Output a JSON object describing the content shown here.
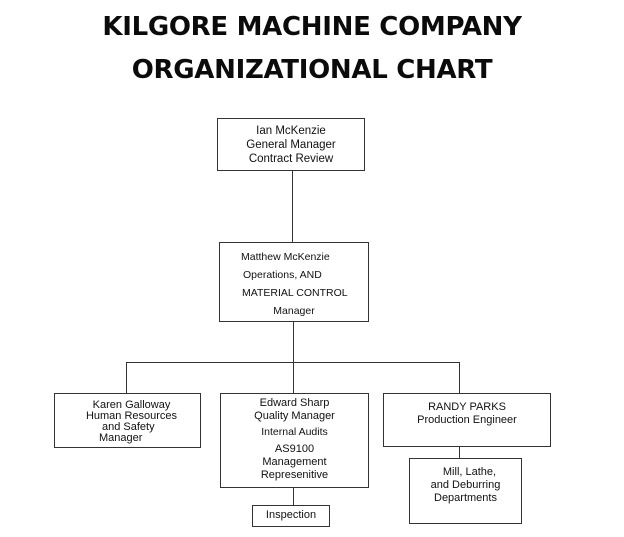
{
  "title": {
    "line1": "KILGORE MACHINE COMPANY",
    "line2": "ORGANIZATIONAL CHART"
  },
  "nodes": {
    "general_manager": {
      "lines": [
        "Ian McKenzie",
        "General Manager",
        "Contract Review"
      ]
    },
    "operations_manager": {
      "lines": [
        "Matthew McKenzie",
        "Operations, AND",
        "MATERIAL CONTROL",
        "Manager"
      ]
    },
    "hr_safety_manager": {
      "lines": [
        "Karen Galloway",
        "Human Resources",
        "and Safety",
        "Manager"
      ]
    },
    "quality_manager": {
      "lines": [
        "Edward Sharp",
        "Quality Manager",
        "Internal Audits",
        "AS9100",
        "Management",
        "Represenitive"
      ]
    },
    "production_engineer": {
      "lines": [
        "RANDY PARKS",
        "Production Engineer"
      ]
    },
    "inspection": {
      "lines": [
        "Inspection"
      ]
    },
    "mill_lathe_deburring": {
      "lines": [
        "Mill, Lathe,",
        "and Deburring",
        "Departments"
      ]
    }
  },
  "edges": [
    {
      "from": "general_manager",
      "to": "operations_manager"
    },
    {
      "from": "operations_manager",
      "to": "hr_safety_manager"
    },
    {
      "from": "operations_manager",
      "to": "quality_manager"
    },
    {
      "from": "operations_manager",
      "to": "production_engineer"
    },
    {
      "from": "quality_manager",
      "to": "inspection"
    },
    {
      "from": "production_engineer",
      "to": "mill_lathe_deburring"
    }
  ]
}
